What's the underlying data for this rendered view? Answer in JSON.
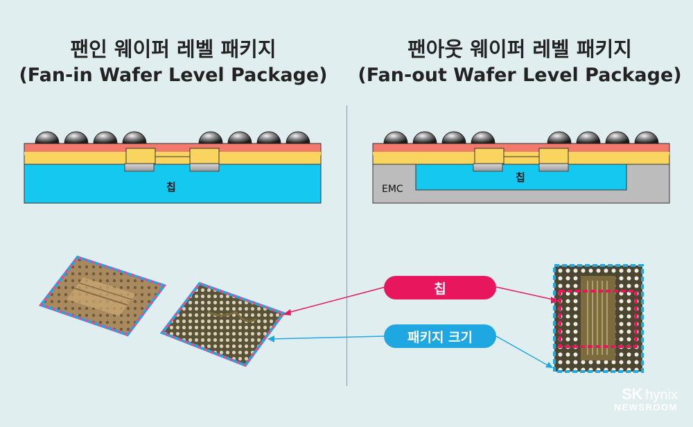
{
  "left_panel": {
    "title_ko": "팬인 웨이퍼 레벨 패키지",
    "title_en": "(Fan-in Wafer Level Package)",
    "chip_label": "칩"
  },
  "right_panel": {
    "title_ko": "팬아웃 웨이퍼 레벨 패키지",
    "title_en": "(Fan-out Wafer Level Package)",
    "chip_label": "칩",
    "emc_label": "EMC"
  },
  "callouts": {
    "chip": "칩",
    "package_size": "패키지 크기"
  },
  "brand": {
    "sk": "SK",
    "hynix": "hynix",
    "newsroom": "NEWSROOM"
  },
  "colors": {
    "background": "#e1eef0",
    "chip_blue": "#14c8ef",
    "emc_gray": "#bcbcbc",
    "salmon_layer": "#f27a6d",
    "yellow_layer": "#f9d560",
    "magenta_accent": "#e8175d",
    "cyan_accent": "#1ea7e0"
  }
}
